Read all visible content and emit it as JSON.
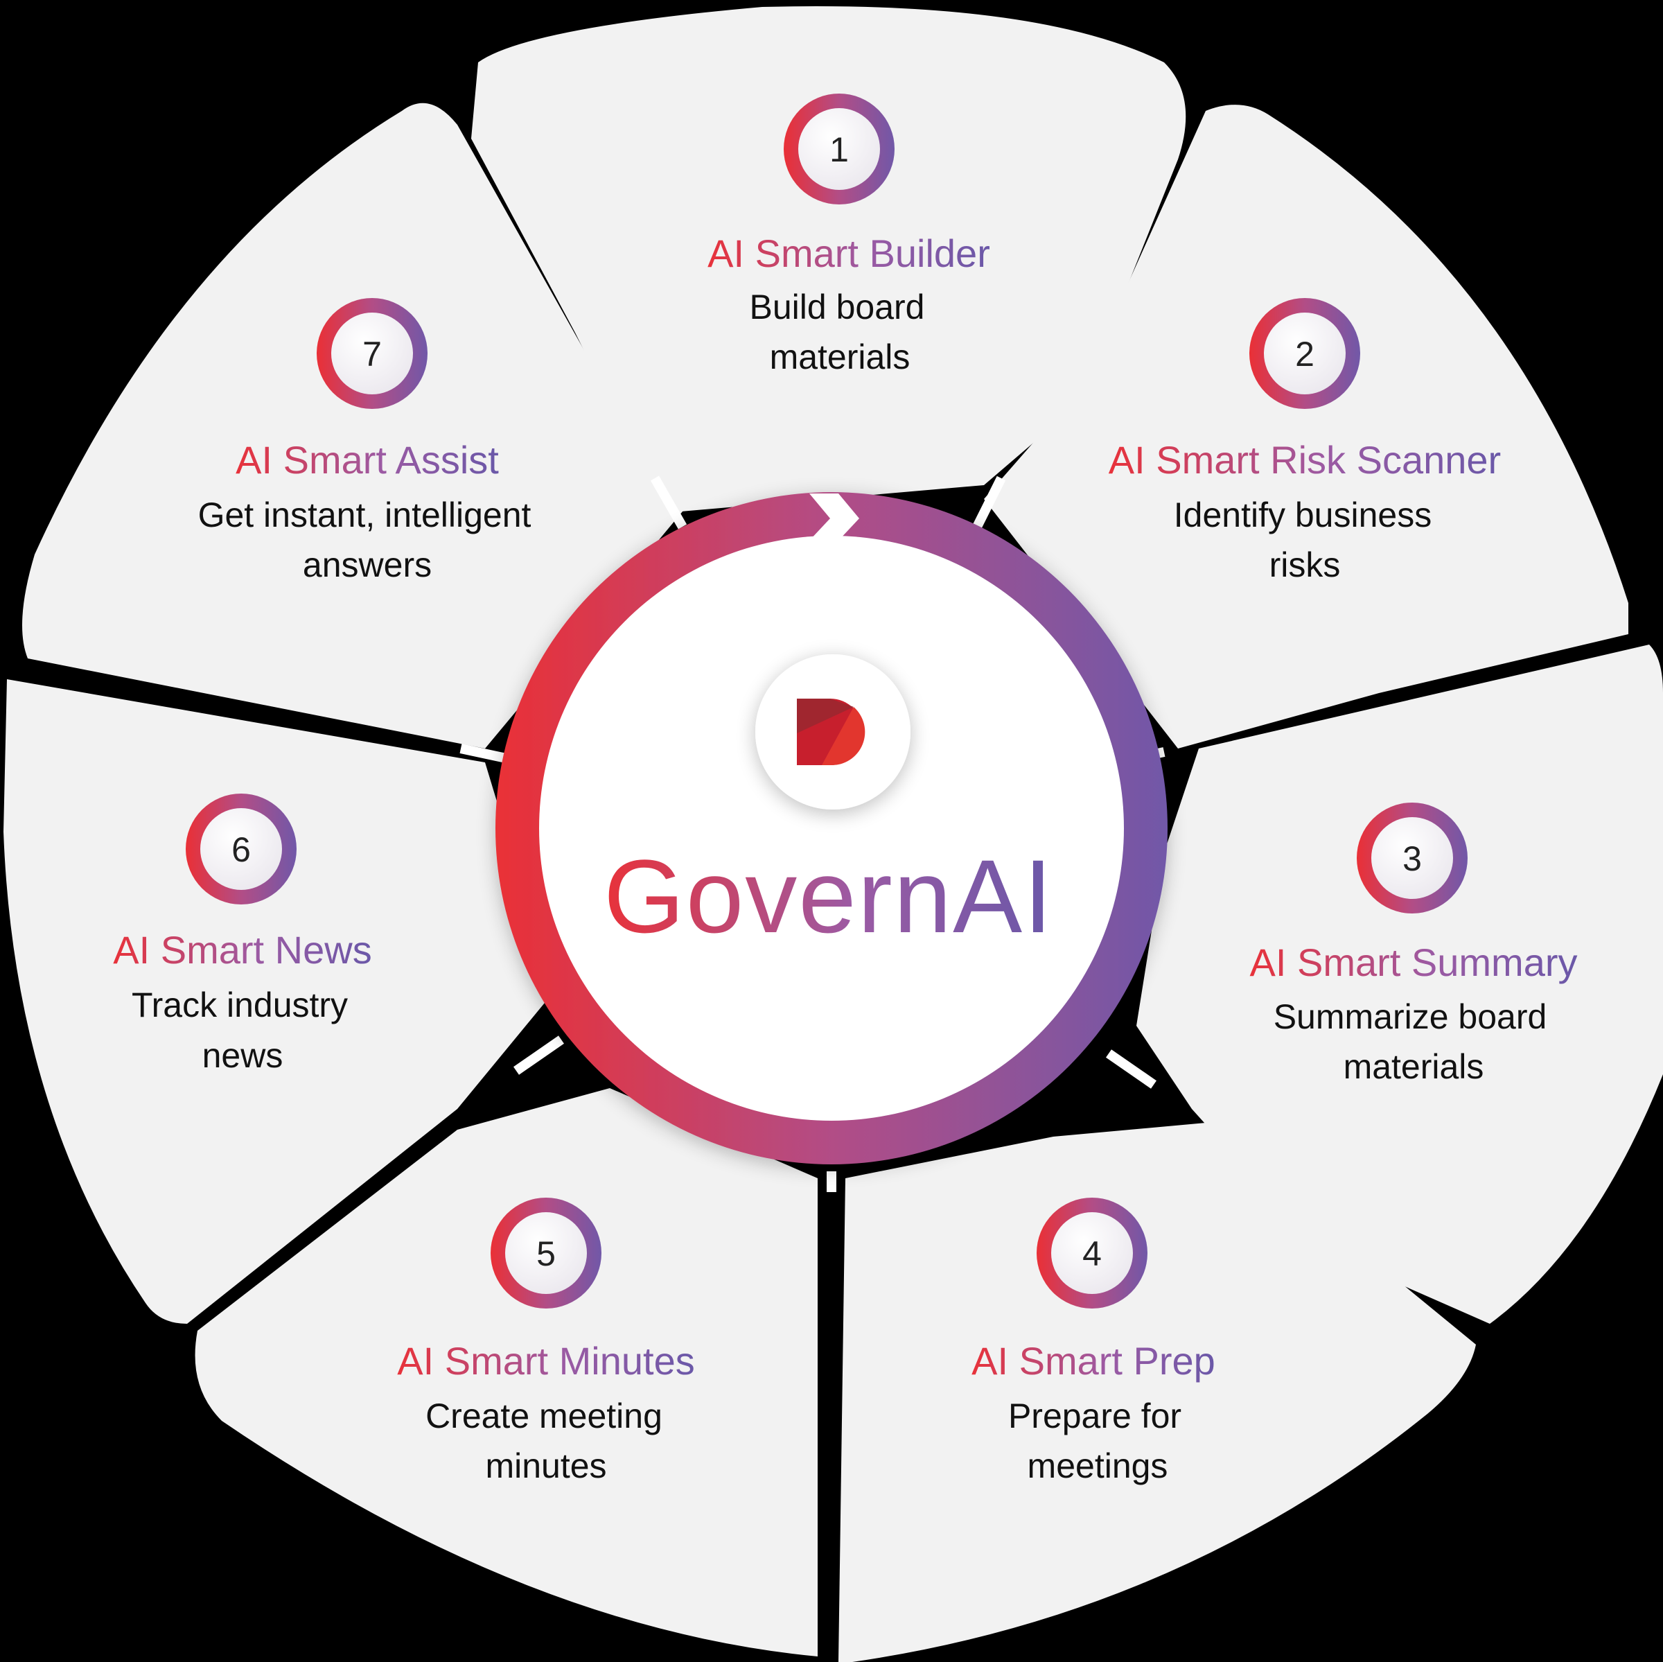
{
  "center": {
    "brand": "GovernAI",
    "logo_icon": "d-logo-icon"
  },
  "colors": {
    "gradient_start": "#e8323a",
    "gradient_mid": "#9c5aa3",
    "gradient_end": "#6a58a8",
    "segment_fill": "#f2f2f2",
    "background": "#000000",
    "logo_dark": "#a0262f",
    "logo_mid": "#c71f2d",
    "logo_light": "#e2362e",
    "description_text": "#111111"
  },
  "steps": [
    {
      "number": "1",
      "title": "AI Smart Builder",
      "description_line1": "Build board",
      "description_line2": "materials"
    },
    {
      "number": "2",
      "title": "AI Smart Risk Scanner",
      "description_line1": "Identify business",
      "description_line2": "risks"
    },
    {
      "number": "3",
      "title": "AI Smart Summary",
      "description_line1": "Summarize board",
      "description_line2": "materials"
    },
    {
      "number": "4",
      "title": "AI Smart Prep",
      "description_line1": "Prepare for",
      "description_line2": "meetings"
    },
    {
      "number": "5",
      "title": "AI Smart Minutes",
      "description_line1": "Create meeting",
      "description_line2": "minutes"
    },
    {
      "number": "6",
      "title": "AI Smart News",
      "description_line1": "Track industry",
      "description_line2": "news"
    },
    {
      "number": "7",
      "title": "AI Smart Assist",
      "description_line1": "Get instant, intelligent",
      "description_line2": "answers"
    }
  ]
}
